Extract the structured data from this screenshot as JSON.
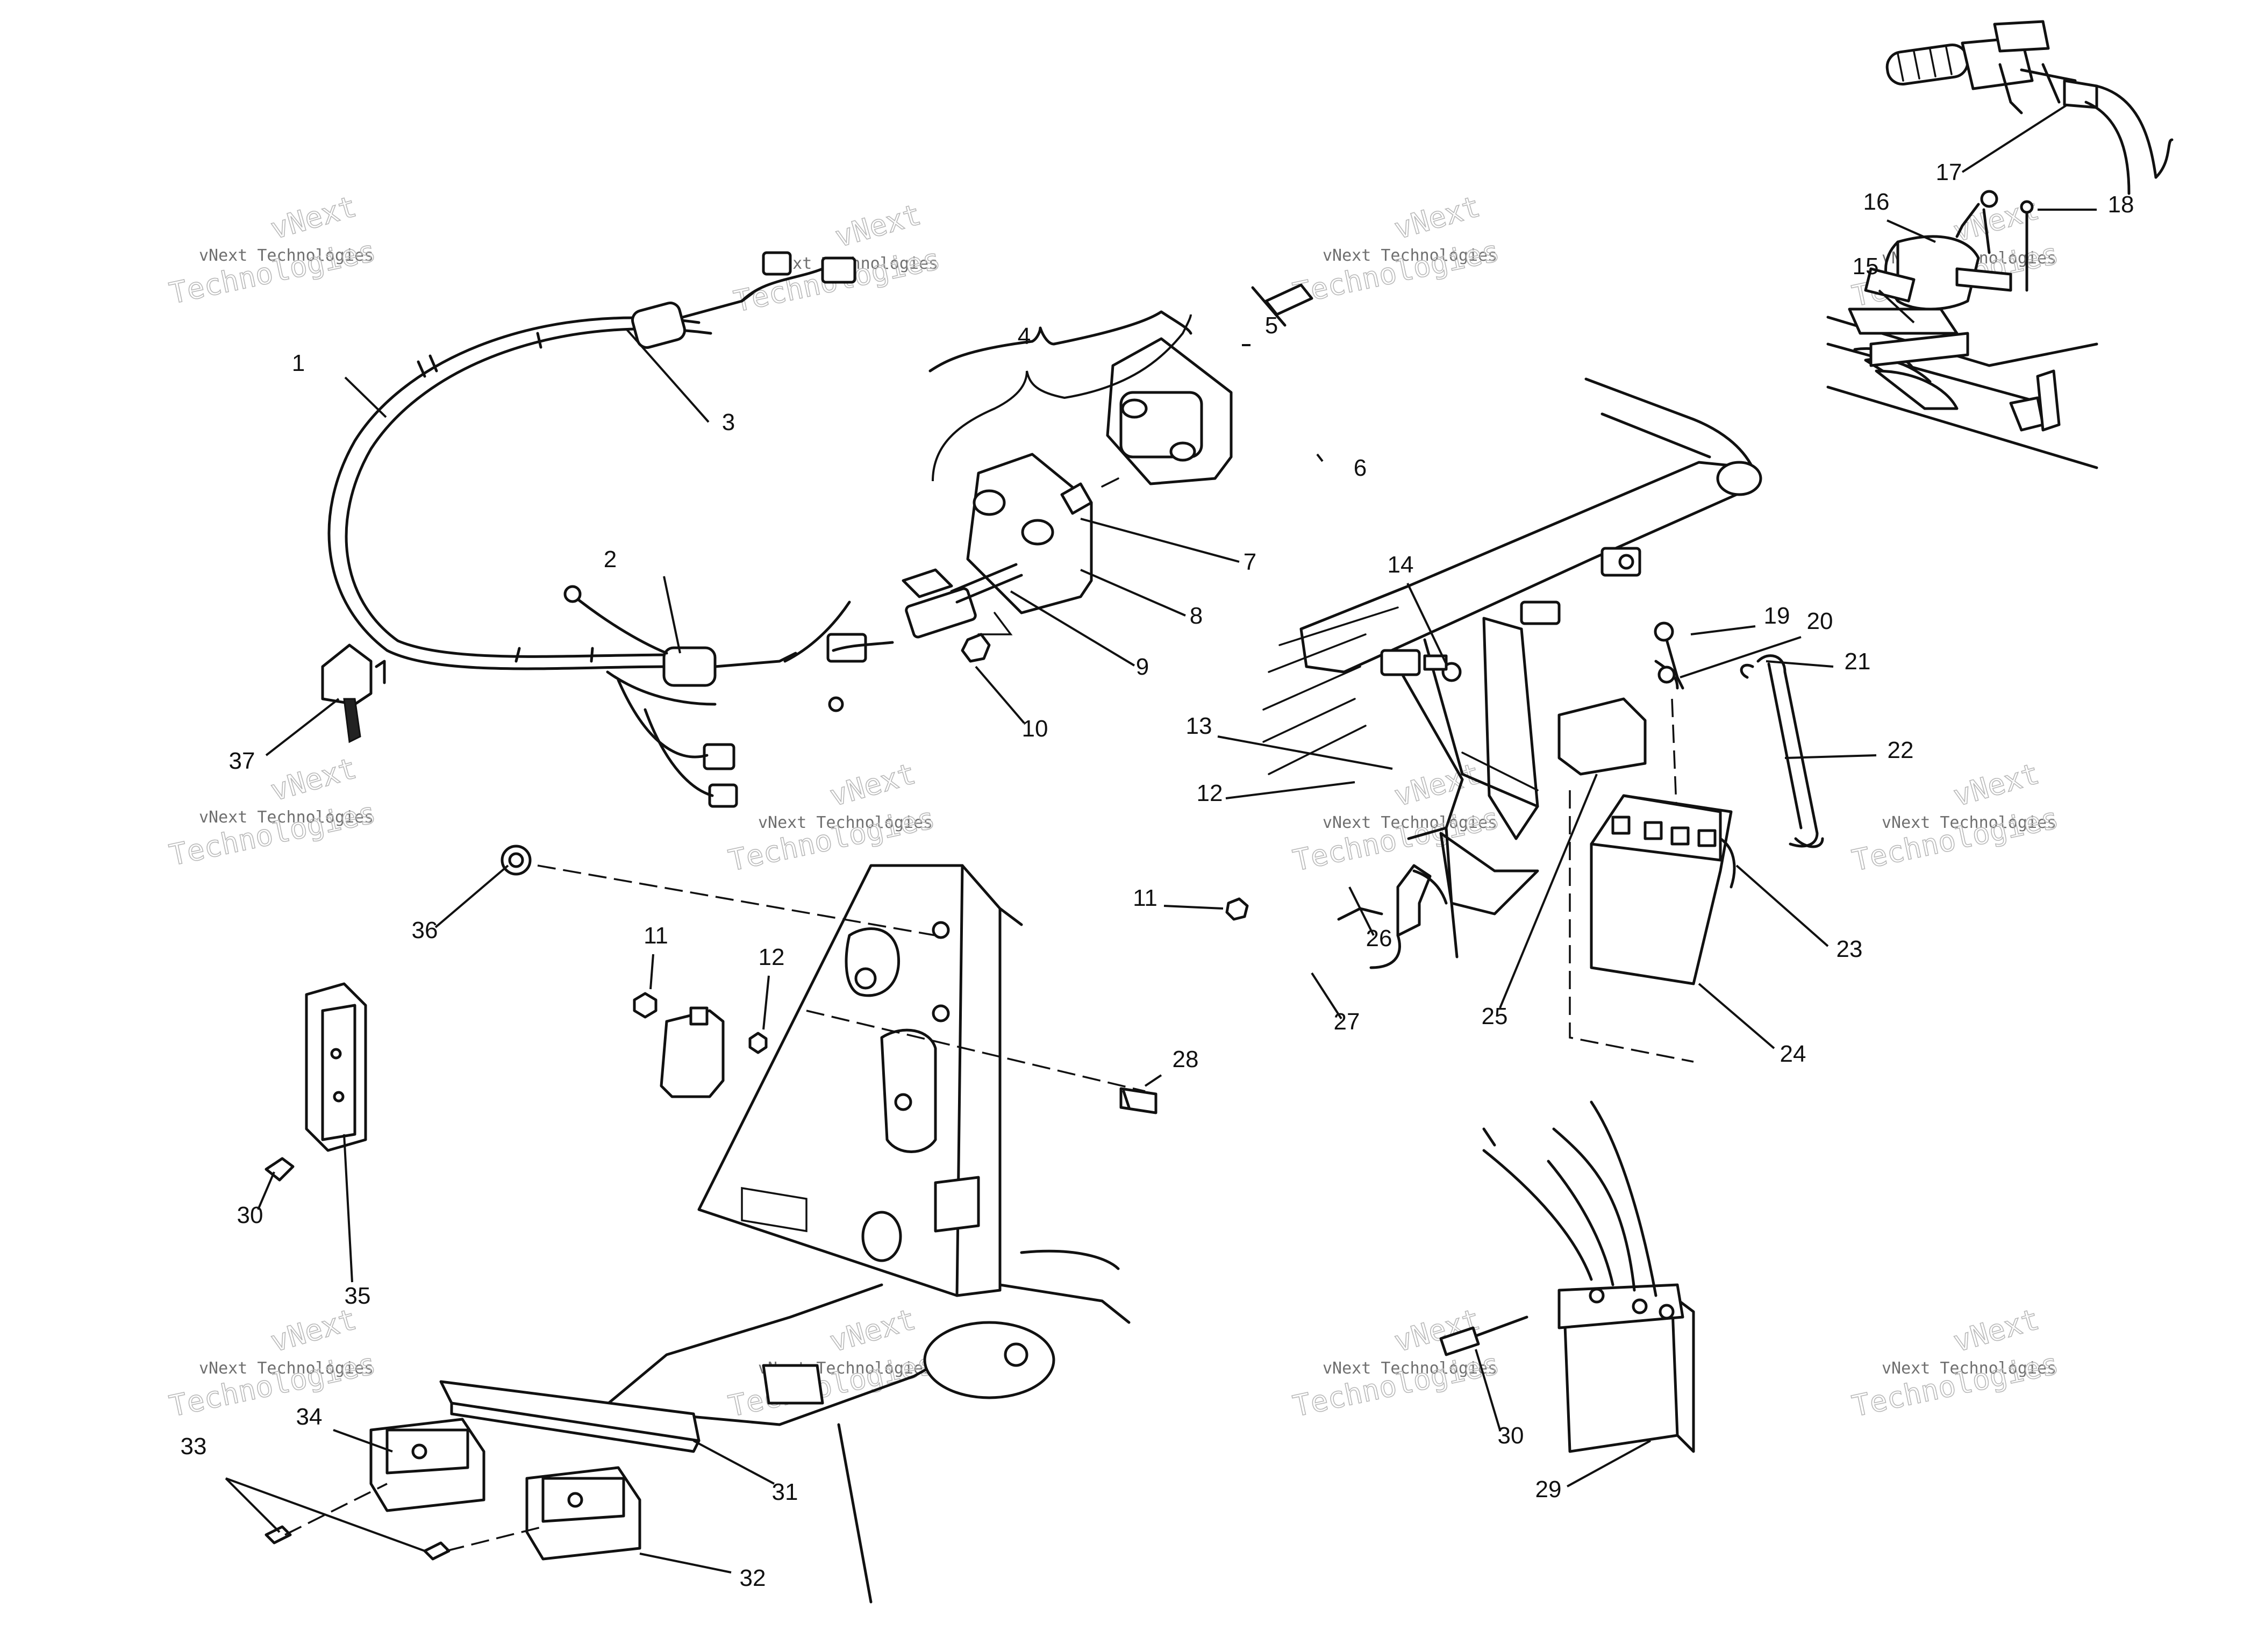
{
  "watermark": {
    "brand": "vNext",
    "line": "vNext Technologies",
    "big": "Technologies"
  },
  "callouts": [
    "1",
    "2",
    "3",
    "4",
    "5",
    "6",
    "7",
    "8",
    "9",
    "10",
    "11",
    "11",
    "12",
    "12",
    "13",
    "14",
    "15",
    "16",
    "17",
    "18",
    "19",
    "20",
    "21",
    "22",
    "23",
    "24",
    "25",
    "26",
    "27",
    "28",
    "29",
    "30",
    "30",
    "31",
    "32",
    "33",
    "34",
    "35",
    "36",
    "37"
  ]
}
